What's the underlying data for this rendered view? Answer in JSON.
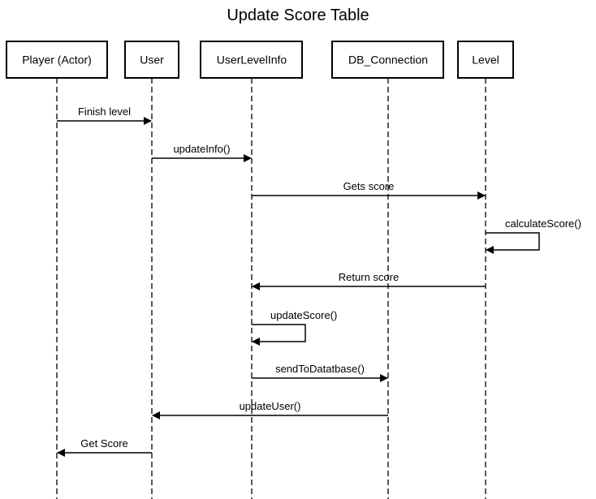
{
  "title": "Update Score Table",
  "colors": {
    "stroke": "#000000",
    "background": "#ffffff",
    "text": "#000000"
  },
  "participants": [
    {
      "id": "player",
      "label": "Player (Actor)"
    },
    {
      "id": "user",
      "label": "User"
    },
    {
      "id": "uli",
      "label": "UserLevelInfo"
    },
    {
      "id": "db",
      "label": "DB_Connection"
    },
    {
      "id": "level",
      "label": "Level"
    }
  ],
  "messages": [
    {
      "from": "player",
      "to": "user",
      "label": "Finish level"
    },
    {
      "from": "user",
      "to": "uli",
      "label": "updateInfo()"
    },
    {
      "from": "uli",
      "to": "level",
      "label": "Gets score"
    },
    {
      "from": "level",
      "to": "level",
      "label": "calculateScore()"
    },
    {
      "from": "level",
      "to": "uli",
      "label": "Return score"
    },
    {
      "from": "uli",
      "to": "uli",
      "label": "updateScore()"
    },
    {
      "from": "uli",
      "to": "db",
      "label": "sendToDatatbase()"
    },
    {
      "from": "db",
      "to": "user",
      "label": "updateUser()"
    },
    {
      "from": "user",
      "to": "player",
      "label": "Get Score"
    }
  ]
}
